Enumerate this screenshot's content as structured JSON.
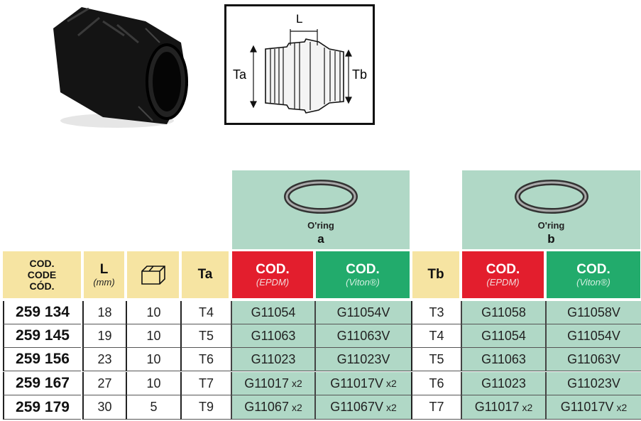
{
  "diagram": {
    "L": "L",
    "Ta": "Ta",
    "Tb": "Tb"
  },
  "oring_a": {
    "label": "O'ring",
    "letter": "a"
  },
  "oring_b": {
    "label": "O'ring",
    "letter": "b"
  },
  "headers": {
    "code": [
      "COD.",
      "CODE",
      "CÓD."
    ],
    "L": "L",
    "L_unit": "(mm)",
    "Ta": "Ta",
    "Tb": "Tb",
    "cod": "COD.",
    "epdm": "(EPDM)",
    "viton": "(Viton®)"
  },
  "colors": {
    "header_yellow": "#f6e4a2",
    "epdm_red": "#e31e2d",
    "viton_green": "#22ab6c",
    "oring_bg": "#b0d8c6"
  },
  "rows": [
    {
      "code": "259 134",
      "L": "18",
      "box": "10",
      "Ta": "T4",
      "a_epdm": "G11054",
      "a_epdm_qty": "",
      "a_viton": "G11054V",
      "a_viton_qty": "",
      "Tb": "T3",
      "b_epdm": "G11058",
      "b_epdm_qty": "",
      "b_viton": "G11058V",
      "b_viton_qty": ""
    },
    {
      "code": "259 145",
      "L": "19",
      "box": "10",
      "Ta": "T5",
      "a_epdm": "G11063",
      "a_epdm_qty": "",
      "a_viton": "G11063V",
      "a_viton_qty": "",
      "Tb": "T4",
      "b_epdm": "G11054",
      "b_epdm_qty": "",
      "b_viton": "G11054V",
      "b_viton_qty": ""
    },
    {
      "code": "259 156",
      "L": "23",
      "box": "10",
      "Ta": "T6",
      "a_epdm": "G11023",
      "a_epdm_qty": "",
      "a_viton": "G11023V",
      "a_viton_qty": "",
      "Tb": "T5",
      "b_epdm": "G11063",
      "b_epdm_qty": "",
      "b_viton": "G11063V",
      "b_viton_qty": ""
    },
    {
      "code": "259 167",
      "L": "27",
      "box": "10",
      "Ta": "T7",
      "a_epdm": "G11017",
      "a_epdm_qty": "x2",
      "a_viton": "G11017V",
      "a_viton_qty": "x2",
      "Tb": "T6",
      "b_epdm": "G11023",
      "b_epdm_qty": "",
      "b_viton": "G11023V",
      "b_viton_qty": ""
    },
    {
      "code": "259 179",
      "L": "30",
      "box": "5",
      "Ta": "T9",
      "a_epdm": "G11067",
      "a_epdm_qty": "x2",
      "a_viton": "G11067V",
      "a_viton_qty": "x2",
      "Tb": "T7",
      "b_epdm": "G11017",
      "b_epdm_qty": "x2",
      "b_viton": "G11017V",
      "b_viton_qty": "x2"
    }
  ]
}
